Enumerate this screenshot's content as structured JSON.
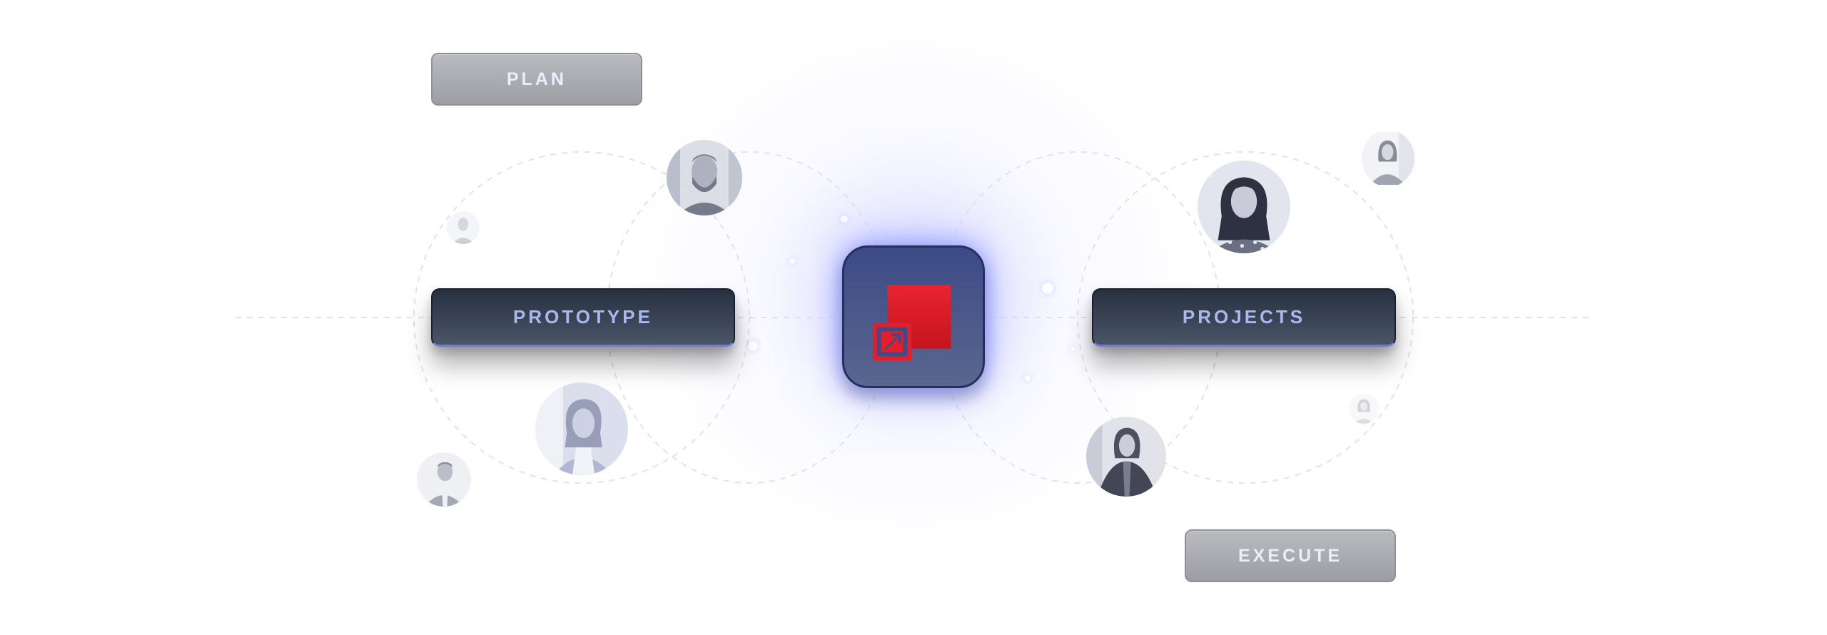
{
  "buttons": {
    "plan": "PLAN",
    "prototype": "PROTOTYPE",
    "projects": "PROJECTS",
    "execute": "EXECUTE"
  },
  "logo": {
    "icon": "external-link-arrow-icon",
    "colors": {
      "tile": "#3c4a86",
      "accent_red": "#e3202a",
      "glow": "#6e78ff"
    }
  },
  "avatars": [
    {
      "name": "bearded-man"
    },
    {
      "name": "woman-dark-hair"
    },
    {
      "name": "woman-light-hair"
    },
    {
      "name": "woman-dark-jacket"
    },
    {
      "name": "man-small"
    },
    {
      "name": "person-tiny"
    },
    {
      "name": "woman-far-right"
    },
    {
      "name": "person-faint"
    }
  ]
}
